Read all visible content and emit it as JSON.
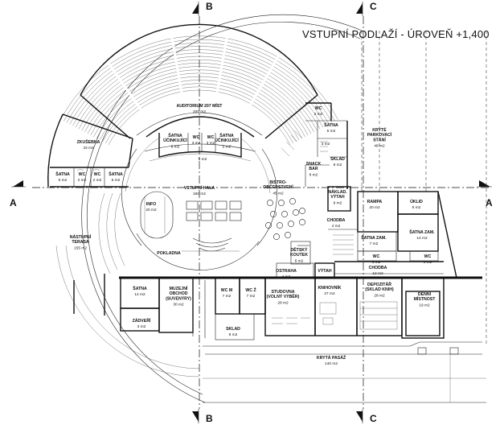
{
  "title": "VSTUPNÍ PODLAŽÍ - ÚROVEŇ +1,400",
  "section_marks": [
    "A",
    "B",
    "C"
  ],
  "rooms": [
    {
      "id": "auditorium",
      "lines": [
        "AUDITORIUM 207 MÍST"
      ],
      "area": "200 m2"
    },
    {
      "id": "zkusebna",
      "lines": [
        "ZKUŠEBNA"
      ],
      "area": "33 m2"
    },
    {
      "id": "satna-l1",
      "lines": [
        "ŠATNA"
      ],
      "area": "5 m2"
    },
    {
      "id": "wc-l1",
      "lines": [
        "WC"
      ],
      "area": "2 m2"
    },
    {
      "id": "wc-l2",
      "lines": [
        "WC"
      ],
      "area": "2 m2"
    },
    {
      "id": "satna-l2",
      "lines": [
        "ŠATNA"
      ],
      "area": "5 m2"
    },
    {
      "id": "satna-ucinkujici-1",
      "lines": [
        "ŠATNA",
        "ÚČINKUJÍCÍ"
      ],
      "area": "5 m2"
    },
    {
      "id": "wc-u1",
      "lines": [
        "WC"
      ],
      "area": "3 m2"
    },
    {
      "id": "wc-u2",
      "lines": [
        "WC"
      ],
      "area": "3 m2"
    },
    {
      "id": "satna-ucinkujici-2",
      "lines": [
        "ŠATNA",
        "ÚČINKUJÍCÍ"
      ],
      "area": "5 m2"
    },
    {
      "id": "corridor-small",
      "lines": [],
      "area": "5 m2"
    },
    {
      "id": "wc-back",
      "lines": [
        "WC"
      ],
      "area": "2 m2"
    },
    {
      "id": "satna-back",
      "lines": [
        "ŠATNA"
      ],
      "area": "5 m2"
    },
    {
      "id": "stair-back",
      "lines": [],
      "area": "3 m2"
    },
    {
      "id": "sklad-back",
      "lines": [
        "SKLAD"
      ],
      "area": "8 m2"
    },
    {
      "id": "kryte-parkovani",
      "lines": [
        "KRYTÉ",
        "PARKOVACÍ",
        "STÁNÍ"
      ],
      "area": "48 m2"
    },
    {
      "id": "vstupni-hala",
      "lines": [
        "VSTUPNÍ HALA"
      ],
      "area": "160 m2"
    },
    {
      "id": "info",
      "lines": [
        "INFO"
      ],
      "area": "20 m2"
    },
    {
      "id": "pokladna",
      "lines": [
        "POKLADNA"
      ],
      "area": ""
    },
    {
      "id": "bistro",
      "lines": [
        "BISTRO-",
        "OBČERSTVENÍ"
      ],
      "area": "45 m2"
    },
    {
      "id": "snack-bar",
      "lines": [
        "SNACK",
        "BAR"
      ],
      "area": "8 m2"
    },
    {
      "id": "nakl-vytah",
      "lines": [
        "NÁKLAD.",
        "VÝTAH"
      ],
      "area": "9 m2"
    },
    {
      "id": "chodba-1",
      "lines": [
        "CHODBA"
      ],
      "area": "4 m2"
    },
    {
      "id": "rampa",
      "lines": [
        "RAMPA"
      ],
      "area": "20 m2"
    },
    {
      "id": "uklid",
      "lines": [
        "ÚKLID"
      ],
      "area": "6 m2"
    },
    {
      "id": "satna-zam-1",
      "lines": [
        "ŠATNA ZAM."
      ],
      "area": "7 m2"
    },
    {
      "id": "satna-zam-2",
      "lines": [
        "ŠATNA ZAM."
      ],
      "area": "14 m2"
    },
    {
      "id": "wc-zam-1",
      "lines": [
        "WC"
      ],
      "area": "3 m2"
    },
    {
      "id": "wc-zam-2",
      "lines": [
        "WC"
      ],
      "area": "4 m2"
    },
    {
      "id": "chodba-2",
      "lines": [
        "CHODBA"
      ],
      "area": "12 m2"
    },
    {
      "id": "detsky-koutek",
      "lines": [
        "DĚTSKÝ",
        "KOUTEK"
      ],
      "area": "8 m2"
    },
    {
      "id": "nastupni-terasa",
      "lines": [
        "NÁSTUPNÍ",
        "TERASA"
      ],
      "area": "155 m2"
    },
    {
      "id": "satna-shop",
      "lines": [
        "ŠATNA"
      ],
      "area": "14 m2"
    },
    {
      "id": "muzejni-obchod",
      "lines": [
        "MUZEJNÍ",
        "OBCHOD",
        "(SUVENÝRY)"
      ],
      "area": "30 m2"
    },
    {
      "id": "zadveri",
      "lines": [
        "ZÁDVEŘÍ"
      ],
      "area": "3 m2"
    },
    {
      "id": "wc-m",
      "lines": [
        "WC M"
      ],
      "area": "7 m2"
    },
    {
      "id": "wc-z",
      "lines": [
        "WC Ž"
      ],
      "area": "7 m2"
    },
    {
      "id": "studovna",
      "lines": [
        "STUDOVNA",
        "(VOLNÝ VÝBĚR)"
      ],
      "area": "28 m2"
    },
    {
      "id": "sklad-lower",
      "lines": [
        "SKLAD"
      ],
      "area": "8 m2"
    },
    {
      "id": "ostraha",
      "lines": [
        "OSTRAHA"
      ],
      "area": "4 m2"
    },
    {
      "id": "vytah",
      "lines": [
        "VÝTAH"
      ],
      "area": ""
    },
    {
      "id": "knihovnik",
      "lines": [
        "KNIHOVNÍK"
      ],
      "area": "27 m2"
    },
    {
      "id": "depozitar",
      "lines": [
        "DEPOZITÁŘ",
        "(SKLAD KNIH)"
      ],
      "area": "28 m2"
    },
    {
      "id": "denni-mistnost",
      "lines": [
        "DENNÍ",
        "MÍSTNOST"
      ],
      "area": "19 m2"
    },
    {
      "id": "kryta-pasaz",
      "lines": [
        "KRYTÁ PASÁŽ"
      ],
      "area": "140 m2"
    }
  ]
}
